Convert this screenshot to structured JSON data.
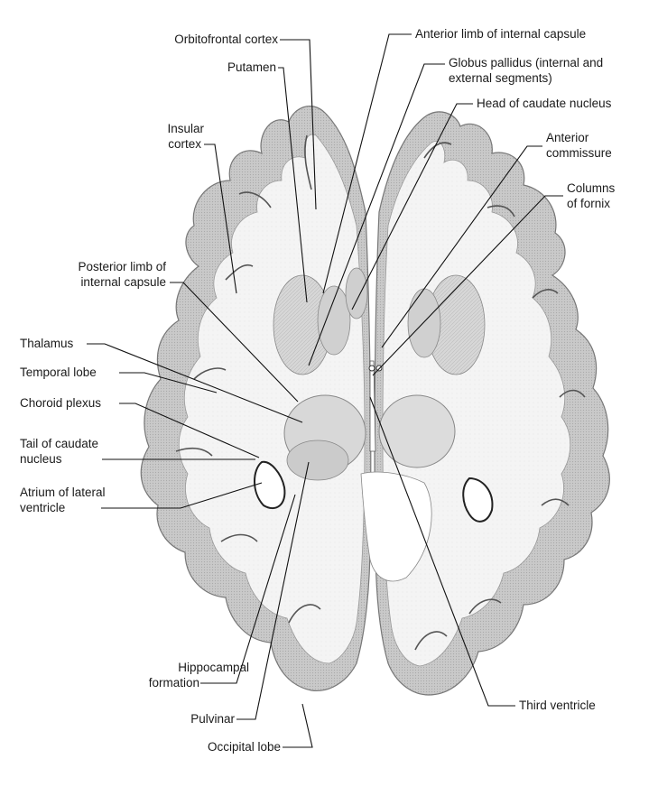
{
  "labels": {
    "orbitofrontal_cortex": "Orbitofrontal cortex",
    "putamen": "Putamen",
    "insular_cortex_1": "Insular",
    "insular_cortex_2": "cortex",
    "posterior_limb_1": "Posterior limb of",
    "posterior_limb_2": "internal capsule",
    "thalamus": "Thalamus",
    "temporal_lobe": "Temporal lobe",
    "choroid_plexus": "Choroid plexus",
    "tail_caudate_1": "Tail of caudate",
    "tail_caudate_2": "nucleus",
    "atrium_1": "Atrium of lateral",
    "atrium_2": "ventricle",
    "hippocampal_1": "Hippocampal",
    "hippocampal_2": "formation",
    "pulvinar": "Pulvinar",
    "occipital_lobe": "Occipital lobe",
    "anterior_limb": "Anterior limb of internal capsule",
    "globus_pallidus_1": "Globus pallidus (internal and",
    "globus_pallidus_2": "external segments)",
    "head_caudate": "Head of caudate nucleus",
    "anterior_commissure_1": "Anterior",
    "anterior_commissure_2": "commissure",
    "columns_fornix_1": "Columns",
    "columns_fornix_2": "of fornix",
    "third_ventricle": "Third ventricle"
  }
}
